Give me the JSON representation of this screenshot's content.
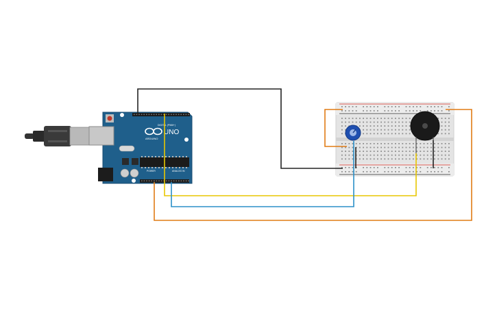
{
  "workspace": {
    "background": "#ffffff"
  },
  "arduino": {
    "logo_label": "UNO",
    "brand_label": "ARDUINO",
    "digital_header_label": "DIGITAL (PWM~)",
    "power_label": "POWER",
    "analog_label": "ANALOG IN",
    "board_color": "#1f5f8b",
    "icons": [
      "usb-plug-icon",
      "dc-jack-icon",
      "atmega-chip-icon",
      "reset-button-icon",
      "infinity-logo-icon"
    ]
  },
  "breadboard": {
    "body_color": "#e6e6e6",
    "rail_colors": {
      "negative": "#2b2b2b",
      "positive": "#d62d20"
    }
  },
  "components": [
    {
      "name": "potentiometer",
      "icon": "potentiometer-icon",
      "color": "#1f4fb0"
    },
    {
      "name": "piezo-buzzer",
      "icon": "buzzer-icon",
      "color": "#1a1a1a"
    }
  ],
  "wires": [
    {
      "name": "black-wire",
      "color": "#222222"
    },
    {
      "name": "yellow-wire",
      "color": "#e8c600"
    },
    {
      "name": "blue-wire",
      "color": "#2a8fc8"
    },
    {
      "name": "orange-wire",
      "color": "#e07b14"
    }
  ]
}
